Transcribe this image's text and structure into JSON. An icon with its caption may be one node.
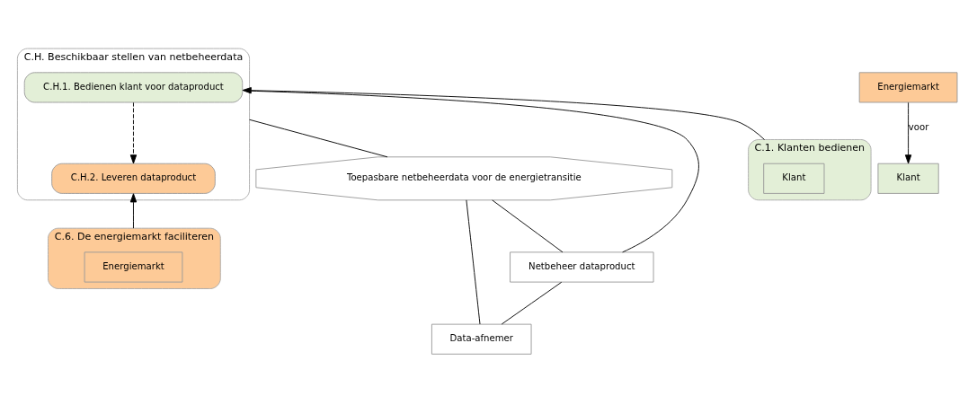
{
  "diagram": {
    "nodes": [
      {
        "text": [
          "C.H. Beschikbaar stellen van netbeheerdata"
        ]
      },
      {
        "text": [
          "C.H.1. Bedienen klant voor dataproduct"
        ],
        "in": 0
      },
      {
        "text": [
          "C.H.2. Leveren dataproduct"
        ],
        "in": 0
      },
      {
        "text": [
          "Toepasbare netbeheerdata voor de energietransitie"
        ]
      },
      {
        "text": [
          "Data-afnemer"
        ]
      },
      {
        "text": [
          "Netbeheer dataproduct"
        ]
      },
      {
        "text": [
          "C.1. Klanten bedienen"
        ]
      },
      {
        "text": [
          "Klant"
        ],
        "in": 6
      },
      {
        "text": [
          "C.6. De energiemarkt faciliteren"
        ]
      },
      {
        "text": [
          "Energiemarkt"
        ],
        "in": 8
      },
      {
        "text": [
          "Klant"
        ]
      },
      {
        "text": [
          "Energiemarkt"
        ]
      }
    ],
    "edges": [
      {
        "from": 1,
        "to": 2,
        "arrow": "to",
        "style": "dashed"
      },
      {
        "from": 6,
        "to": 1,
        "arrow": "to"
      },
      {
        "from": 8,
        "to": 2,
        "arrow": "to"
      },
      {
        "from": 0,
        "to": 3,
        "arrow": "none"
      },
      {
        "from": 0,
        "to": 5,
        "arrow": "none"
      },
      {
        "from": 3,
        "to": 5,
        "arrow": "none"
      },
      {
        "from": 3,
        "to": 4,
        "arrow": "none"
      },
      {
        "from": 5,
        "to": 4,
        "arrow": "none"
      },
      {
        "from": 11,
        "to": 10,
        "arrow": "to",
        "label": "voor"
      }
    ]
  }
}
